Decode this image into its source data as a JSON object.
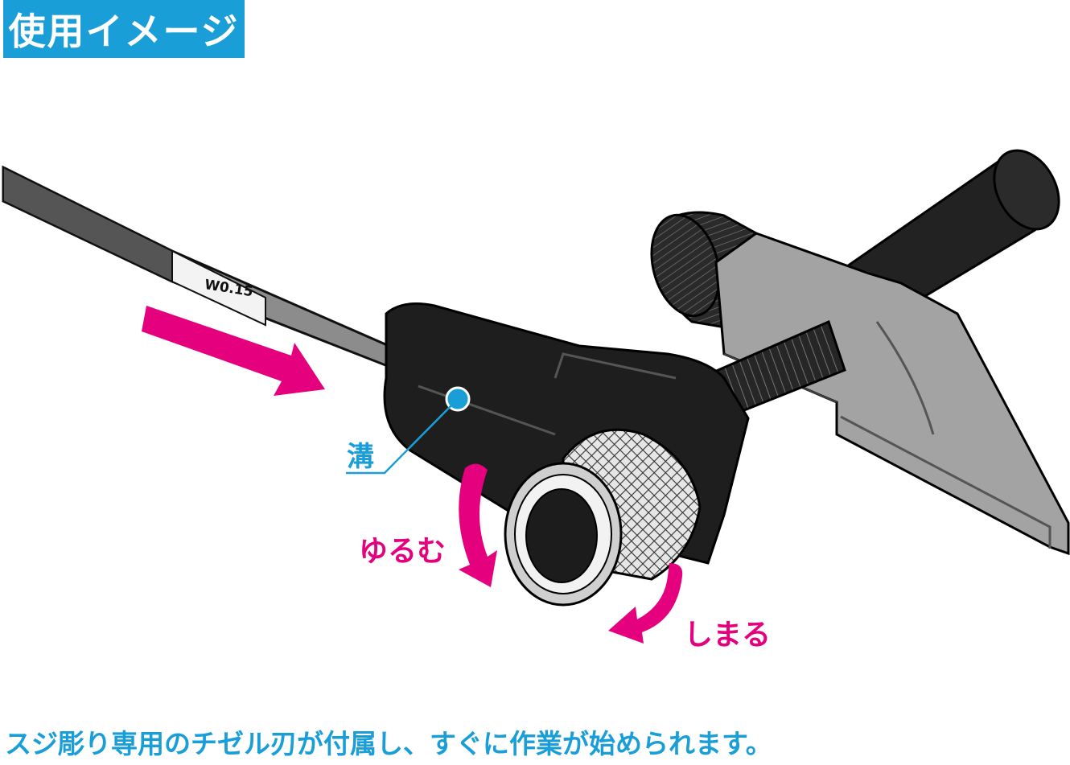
{
  "header": {
    "title": "使用イメージ"
  },
  "labels": {
    "groove": "溝",
    "loosen": "ゆるむ",
    "tighten": "しまる",
    "blade_mark": "W0.15"
  },
  "caption": "スジ彫り専用のチゼル刃が付属し、すぐに作業が始められます。",
  "colors": {
    "accent_blue": "#1a9ed8",
    "arrow_magenta": "#e5007e",
    "tool_black": "#222222",
    "steel_gray": "#9a9a9a"
  }
}
